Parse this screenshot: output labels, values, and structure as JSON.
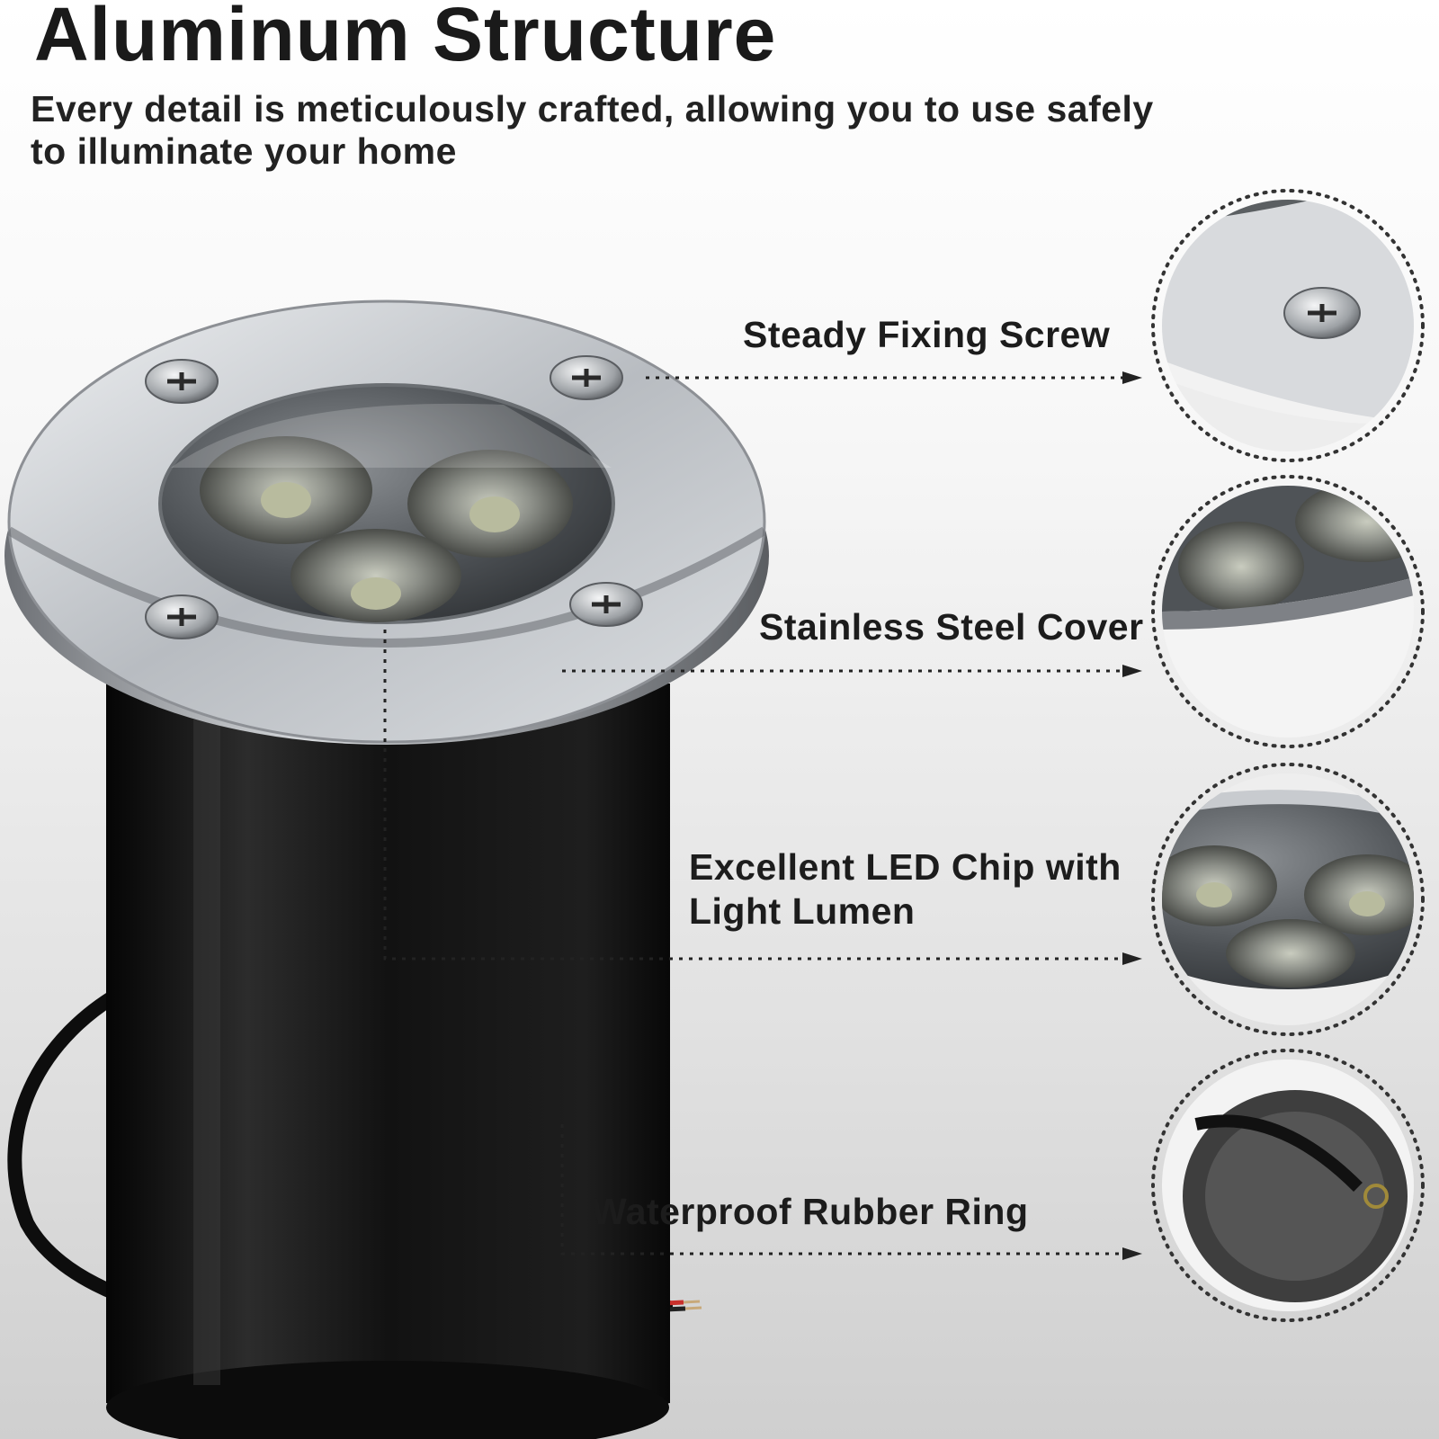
{
  "header": {
    "title": "Aluminum Structure",
    "subtitle": "Every detail is meticulously crafted, allowing you to use safely to illuminate your home"
  },
  "callouts": [
    {
      "label": "Steady Fixing Screw"
    },
    {
      "label": "Stainless Steel Cover"
    },
    {
      "label_line1": "Excellent LED Chip with",
      "label_line2": "Light Lumen"
    },
    {
      "label": "Waterproof Rubber Ring"
    }
  ],
  "colors": {
    "body": "#121212",
    "steel": "#c9ccd0",
    "callout_line": "#222222",
    "rubber": "#4a4a4a"
  }
}
